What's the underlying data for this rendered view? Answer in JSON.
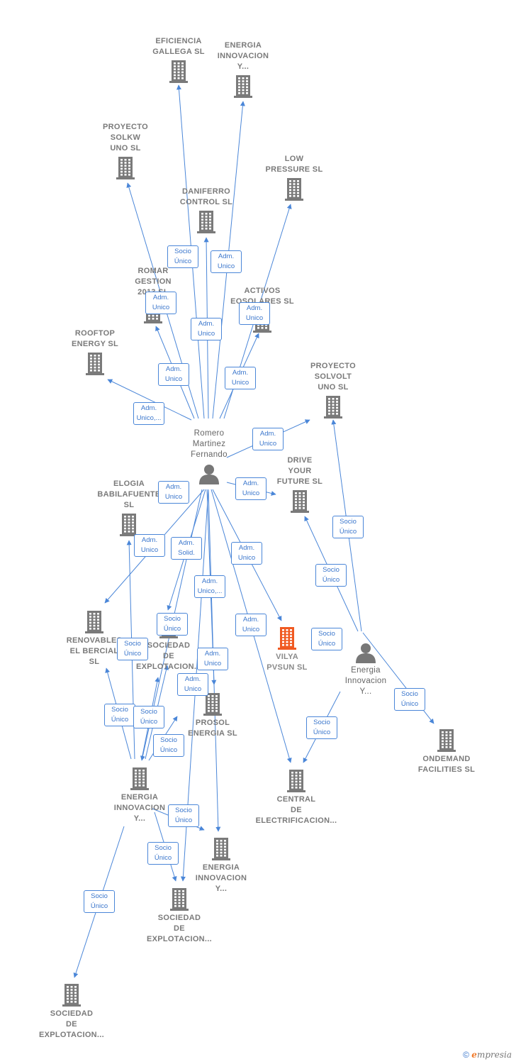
{
  "colors": {
    "edge": "#4a86d8",
    "company": "#7a7a7a",
    "focus_company": "#f05a22",
    "person": "#777777",
    "badge_text": "#3a76cc"
  },
  "nodes": [
    {
      "id": "eficiencia",
      "type": "company",
      "lines": [
        "EFICIENCIA",
        "GALLEGA SL"
      ],
      "label_pos": "above"
    },
    {
      "id": "energia_top",
      "type": "company",
      "lines": [
        "ENERGIA",
        "INNOVACION",
        "Y..."
      ],
      "label_pos": "above"
    },
    {
      "id": "solkw",
      "type": "company",
      "lines": [
        "PROYECTO",
        "SOLKW",
        "UNO SL"
      ],
      "label_pos": "above"
    },
    {
      "id": "lowpressure",
      "type": "company",
      "lines": [
        "LOW",
        "PRESSURE SL"
      ],
      "label_pos": "above"
    },
    {
      "id": "daniferro",
      "type": "company",
      "lines": [
        "DANIFERRO",
        "CONTROL SL"
      ],
      "label_pos": "above"
    },
    {
      "id": "romar",
      "type": "company",
      "lines": [
        "ROMAR",
        "GESTION",
        "2013 SL"
      ],
      "label_pos": "above"
    },
    {
      "id": "activos",
      "type": "company",
      "lines": [
        "ACTIVOS",
        "EOSOLARES SL"
      ],
      "label_pos": "above"
    },
    {
      "id": "rooftop",
      "type": "company",
      "lines": [
        "ROOFTOP",
        "ENERGY SL"
      ],
      "label_pos": "above"
    },
    {
      "id": "solvolt",
      "type": "company",
      "lines": [
        "PROYECTO",
        "SOLVOLT",
        "UNO SL"
      ],
      "label_pos": "above"
    },
    {
      "id": "romero",
      "type": "person",
      "lines": [
        "Romero",
        "Martinez",
        "Fernando"
      ],
      "label_pos": "above"
    },
    {
      "id": "drive",
      "type": "company",
      "lines": [
        "DRIVE",
        "YOUR",
        "FUTURE SL"
      ],
      "label_pos": "above"
    },
    {
      "id": "elogia",
      "type": "company",
      "lines": [
        "ELOGIA",
        "BABILAFUENTE",
        "SL"
      ],
      "label_pos": "above"
    },
    {
      "id": "renovables",
      "type": "company",
      "lines": [
        "RENOVABLES",
        "EL BERCIAL",
        "SL"
      ],
      "label_pos": "below"
    },
    {
      "id": "sociedad_mid",
      "type": "company",
      "lines": [
        "SOCIEDAD",
        "DE",
        "EXPLOTACION..."
      ],
      "label_pos": "below"
    },
    {
      "id": "vilya",
      "type": "company_focus",
      "lines": [
        "VILYA",
        "PVSUN SL"
      ],
      "label_pos": "below"
    },
    {
      "id": "energia_person",
      "type": "person",
      "lines": [
        "Energia",
        "Innovacion",
        "Y..."
      ],
      "label_pos": "below"
    },
    {
      "id": "prosol",
      "type": "company",
      "lines": [
        "PROSOL",
        "ENERGIA SL"
      ],
      "label_pos": "below"
    },
    {
      "id": "ondemand",
      "type": "company",
      "lines": [
        "ONDEMAND",
        "FACILITIES SL"
      ],
      "label_pos": "below"
    },
    {
      "id": "energia_left",
      "type": "company",
      "lines": [
        "ENERGIA",
        "INNOVACION",
        "Y..."
      ],
      "label_pos": "below"
    },
    {
      "id": "central",
      "type": "company",
      "lines": [
        "CENTRAL",
        "DE",
        "ELECTRIFICACION..."
      ],
      "label_pos": "below"
    },
    {
      "id": "energia_bottom",
      "type": "company",
      "lines": [
        "ENERGIA",
        "INNOVACION",
        "Y..."
      ],
      "label_pos": "below"
    },
    {
      "id": "sociedad_bottom",
      "type": "company",
      "lines": [
        "SOCIEDAD",
        "DE",
        "EXPLOTACION..."
      ],
      "label_pos": "below"
    },
    {
      "id": "sociedad_far",
      "type": "company",
      "lines": [
        "SOCIEDAD",
        "DE",
        "EXPLOTACION..."
      ],
      "label_pos": "below"
    }
  ],
  "relations": [
    {
      "lines": [
        "Socio",
        "Único"
      ]
    },
    {
      "lines": [
        "Adm.",
        "Unico"
      ]
    },
    {
      "lines": [
        "Adm.",
        "Unico"
      ]
    },
    {
      "lines": [
        "Adm.",
        "Unico"
      ]
    },
    {
      "lines": [
        "Adm.",
        "Unico"
      ]
    },
    {
      "lines": [
        "Adm.",
        "Unico"
      ]
    },
    {
      "lines": [
        "Adm.",
        "Unico"
      ]
    },
    {
      "lines": [
        "Adm.",
        "Unico,..."
      ]
    },
    {
      "lines": [
        "Adm.",
        "Unico"
      ]
    },
    {
      "lines": [
        "Adm.",
        "Unico"
      ]
    },
    {
      "lines": [
        "Adm.",
        "Unico"
      ]
    },
    {
      "lines": [
        "Adm.",
        "Unico"
      ]
    },
    {
      "lines": [
        "Adm.",
        "Solid."
      ]
    },
    {
      "lines": [
        "Adm.",
        "Unico"
      ]
    },
    {
      "lines": [
        "Adm.",
        "Unico,..."
      ]
    },
    {
      "lines": [
        "Socio",
        "Único"
      ]
    },
    {
      "lines": [
        "Adm.",
        "Unico"
      ]
    },
    {
      "lines": [
        "Socio",
        "Único"
      ]
    },
    {
      "lines": [
        "Adm.",
        "Unico"
      ]
    },
    {
      "lines": [
        "Adm.",
        "Unico"
      ]
    },
    {
      "lines": [
        "Socio",
        "Único"
      ]
    },
    {
      "lines": [
        "Socio",
        "Único"
      ]
    },
    {
      "lines": [
        "Socio",
        "Único"
      ]
    },
    {
      "lines": [
        "Socio",
        "Único"
      ]
    },
    {
      "lines": [
        "Socio",
        "Único"
      ]
    },
    {
      "lines": [
        "Socio",
        "Único"
      ]
    },
    {
      "lines": [
        "Socio",
        "Único"
      ]
    },
    {
      "lines": [
        "Socio",
        "Único"
      ]
    },
    {
      "lines": [
        "Socio",
        "Único"
      ]
    },
    {
      "lines": [
        "Socio",
        "Único"
      ]
    },
    {
      "lines": [
        "Socio",
        "Único"
      ]
    }
  ],
  "footer": {
    "copyright": "©",
    "brand_initial": "e",
    "brand_rest": "mpresia"
  }
}
